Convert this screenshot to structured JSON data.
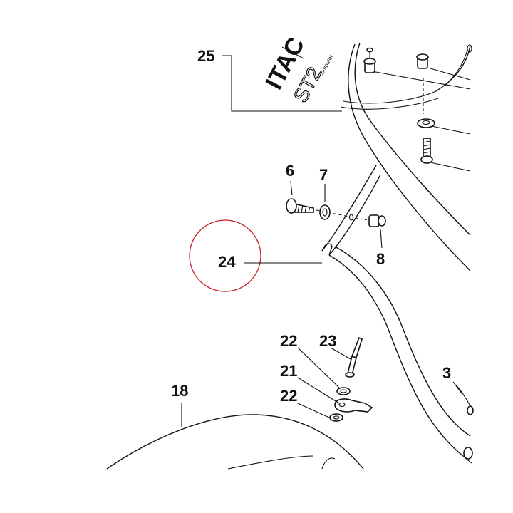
{
  "diagram": {
    "callouts": {
      "c25": "25",
      "c6": "6",
      "c7": "7",
      "c8": "8",
      "c24": "24",
      "c22a": "22",
      "c23": "23",
      "c21": "21",
      "c22b": "22",
      "c18": "18",
      "c3": "3"
    },
    "decal": {
      "brand": "ITAC",
      "model": "ST2",
      "small": "computer"
    },
    "highlight_color": "#c8202a"
  }
}
